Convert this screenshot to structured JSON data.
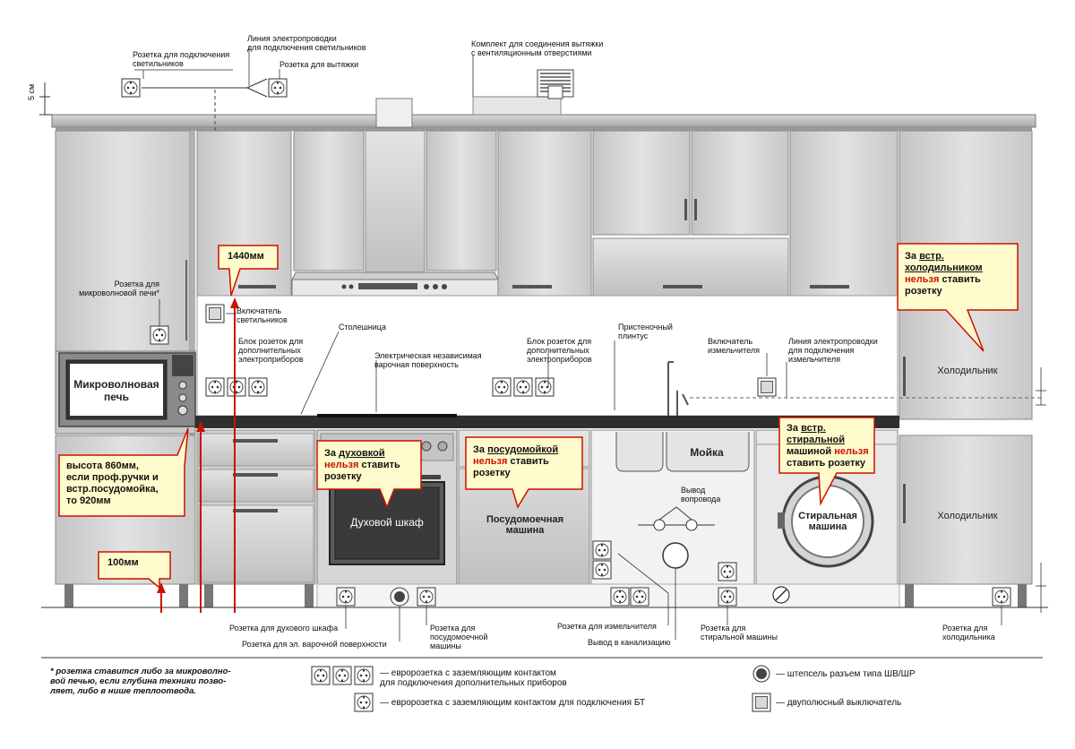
{
  "labels": {
    "socket_lights": "Розетка для подключения\nсветильников",
    "wiring_lights": "Линия электропроводки\nдля подключения светильников",
    "socket_hood": "Розетка для вытяжки",
    "hood_kit": "Комплект для соединения вытяжки\nс вентиляционным отверстиями",
    "five_cm": "5 см",
    "socket_microwave": "Розетка для\nмикроволновой печи*",
    "switch_lights": "Включатель\nсветильников",
    "worktop": "Столешница",
    "sockets_block_left": "Блок розеток для\nдополнительных\nэлектроприборов",
    "hob_label": "Электрическая независимая\nварочная поверхность",
    "sockets_block_mid": "Блок розеток для\nдополнительных\nэлектроприборов",
    "plinth": "Пристеночный\nплинтус",
    "switch_grinder": "Включатель\nизмельчителя",
    "wiring_grinder": "Линия электропроводки\nдля подключения\nизмельчителя",
    "water_outlet": "Вывод\nвопровода",
    "socket_oven": "Розетка для духового шкафа",
    "socket_hob": "Розетка для эл. варочной поверхности",
    "socket_dishwasher": "Розетка для\nпосудомоечной\nмашины",
    "socket_grinder": "Розетка для измельчителя",
    "sewer_outlet": "Вывод в канализацию",
    "socket_washer": "Розетка для\nстиральной машины",
    "socket_fridge": "Розетка для\nхолодильника"
  },
  "appliances": {
    "microwave": "Микроволновая\nпечь",
    "oven": "Духовой шкаф",
    "dishwasher": "Посудомоечная\nмашина",
    "sink": "Мойка",
    "washer": "Стиральная\nмашина",
    "fridge_upper": "Холодильник",
    "fridge_lower": "Холодильник"
  },
  "callouts": {
    "height_1440": "1440мм",
    "height_100": "100мм",
    "worktop_height": "высота 860мм,\nесли проф.ручки и\nвстр.посудомойка,\nто 920мм",
    "oven_note": {
      "pre": "За ",
      "u": "духовкой",
      "red": "нельзя",
      "post": " ставить\nрозетку"
    },
    "dish_note": {
      "pre": "За ",
      "u": "посудомойкой",
      "red": "нельзя",
      "post": " ставить\nрозетку"
    },
    "fridge_note": {
      "pre": "За ",
      "u": "встр.\nхолодильником",
      "red": "нельзя",
      "post": " ставить\nрозетку"
    },
    "washer_note": {
      "pre": "За ",
      "u": "встр.\nстиральной",
      "mid": "машиной ",
      "red": "нельзя",
      "post": "\nставить розетку"
    }
  },
  "legend": {
    "triple_socket": "— евророзетка с заземляющим контактом\n   для подключения дополнительных приборов",
    "single_socket": "— евророзетка с заземляющим контактом для подключения БТ",
    "plug": "— штепсель разъем типа ШВ/ШР",
    "switch": "— двуполюсный выключатель"
  },
  "footnote": "* розетка ставится либо за микроволно-\nвой печью, если глубина техники позво-\nляет, либо в нише теплоотвода.",
  "colors": {
    "cabinet_light": "#d6d6d6",
    "cabinet_mid": "#b8b8b8",
    "worktop": "#333333",
    "red_line": "#cc1100",
    "callout_fill": "#fffbcc",
    "callout_border": "#cc1100"
  }
}
